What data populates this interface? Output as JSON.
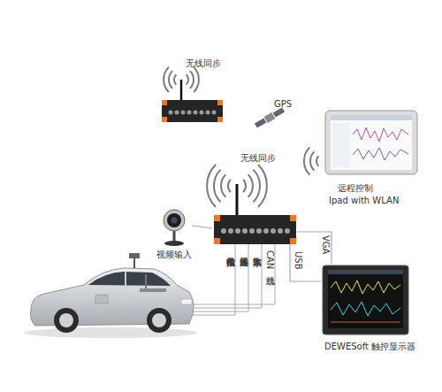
{
  "diagram": {
    "nodes": [
      {
        "text": [
          "无线同步"
        ]
      },
      {
        "text": [
          "无线同步"
        ]
      },
      {
        "text": [
          "远程控制",
          "Ipad with WLAN"
        ]
      },
      {
        "text": [
          "GPS"
        ]
      },
      {
        "text": [
          "视频输入"
        ]
      },
      {
        "text": [
          "DEWESoft 触控显示器"
        ]
      }
    ],
    "edges": [
      {
        "from": 4,
        "to": 1,
        "arrow": "none"
      },
      {
        "from": 1,
        "to": 5,
        "label": "VGA",
        "arrow": "none"
      },
      {
        "from": 1,
        "to": 5,
        "label": "USB",
        "arrow": "none"
      }
    ],
    "labels": [
      "模拟信号输入",
      "传感器输入",
      "数字输入",
      "CAN总线"
    ]
  }
}
